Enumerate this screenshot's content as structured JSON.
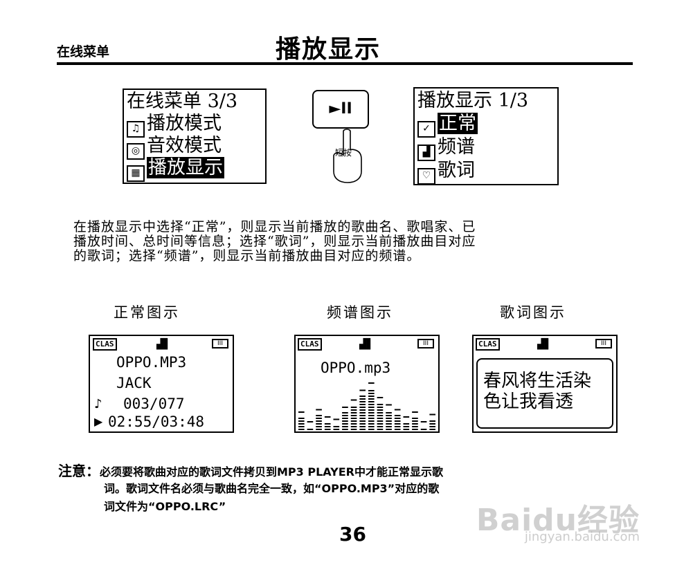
{
  "header": {
    "section": "在线菜单",
    "title": "播放显示"
  },
  "menu_online": {
    "title": "在线菜单 3/3",
    "items": [
      {
        "icon": "play-mode-icon",
        "label": "播放模式",
        "selected": false
      },
      {
        "icon": "eq-mode-icon",
        "label": "音效模式",
        "selected": false
      },
      {
        "icon": "display-icon",
        "label": "播放显示",
        "selected": true
      }
    ]
  },
  "play_button": {
    "symbol": "►II",
    "hint": "短按"
  },
  "menu_display": {
    "title": "播放显示 1/3",
    "items": [
      {
        "icon": "check-icon",
        "label": "正常",
        "selected": true
      },
      {
        "icon": "spectrum-icon",
        "label": "频谱",
        "selected": false
      },
      {
        "icon": "lyrics-icon",
        "label": "歌词",
        "selected": false
      }
    ]
  },
  "description": [
    "在播放显示中选择“正常”，则显示当前播放的歌曲名、歌唱家、已",
    "播放时间、总时间等信息；选择“歌词”，则显示当前播放曲目对应",
    "的歌词；选择“频谱”，则显示当前播放曲目对应的频谱。"
  ],
  "captions": [
    "正常图示",
    "频谱图示",
    "歌词图示"
  ],
  "status_bar": {
    "eq": "CLAS"
  },
  "screen_normal": {
    "file": "OPPO.MP3",
    "artist": "JACK",
    "track": "003/077",
    "time": "02:55/03:48"
  },
  "screen_spectrum": {
    "file": "OPPO.mp3",
    "bar_levels": [
      0.3,
      0.1,
      0.35,
      0.2,
      0.15,
      0.4,
      0.55,
      0.75,
      0.9,
      0.6,
      0.45,
      0.35,
      0.2,
      0.3,
      0.1,
      0.25
    ]
  },
  "screen_lyrics": {
    "line1": "春风将生活染",
    "line2": "色让我看透"
  },
  "note": {
    "lead": "注意：",
    "line1": "必须要将歌曲对应的歌词文件拷贝到MP3 PLAYER中才能正常显示歌",
    "line2": "词。歌词文件名必须与歌曲名完全一致，如“OPPO.MP3”对应的歌",
    "line3": "词文件为“OPPO.LRC”"
  },
  "page_number": "36",
  "watermark": {
    "brand": "Baidu经验",
    "url": "jingyan.baidu.com"
  }
}
